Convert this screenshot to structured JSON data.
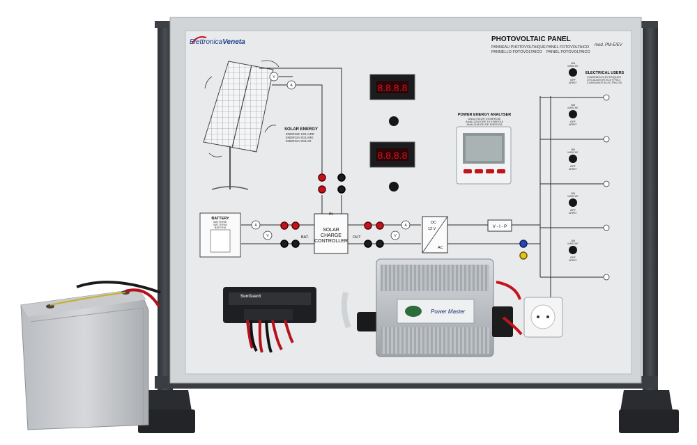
{
  "panel": {
    "brand": "Elettronica Veneta",
    "brand_a": "Elettronica",
    "brand_b": "Veneta",
    "title": "PHOTOVOLTAIC PANEL",
    "subtitle_fr": "PANNEAU PHOTOVOLTAIQUE",
    "subtitle_it": "PANNELLO FOTOVOLTAICO",
    "subtitle_es": "PANEL FOTOVOLTAICO",
    "subtitle_pt": "PAINEL FOTOVOLTAICO",
    "model": "mod. PM-E/EV"
  },
  "solar": {
    "label": "SOLAR ENERGY",
    "lines": [
      "ENERGIE SOLAIRE",
      "ENERGIA SOLARE",
      "ENERGIA SOLAR"
    ]
  },
  "battery": {
    "label": "BATTERY",
    "lines": [
      "BATTERIE",
      "BATTERIA",
      "BATERIA"
    ]
  },
  "controller": {
    "line1": "SOLAR",
    "line2": "CHARGE",
    "line3": "CONTROLLER"
  },
  "inverter": {
    "dc": "DC",
    "volt": "12 V",
    "ac": "AC"
  },
  "analyser": {
    "label": "POWER ENERGY ANALYSER",
    "lines": [
      "ANALYSEUR D'ENERGIE",
      "ANALIZZATORE DI ENERGIA",
      "ANALIZADOR DE ENERGIA"
    ]
  },
  "users": {
    "label": "ELECTRICAL USERS",
    "lines": [
      "CHARGES ELECTRIQUES",
      "UTILIZZATORI ELETTRICI",
      "CONSUMOS ELECTRICOS"
    ]
  },
  "switch": {
    "on": "ON",
    "marche": "MARCHE",
    "off": "OFF",
    "arret": "ARRET"
  },
  "meters": {
    "v": "V",
    "a": "A",
    "vip": "V - I - P"
  },
  "terminals": {
    "in": "IN",
    "bat": "BAT.",
    "out": "OUT",
    "plus": "+",
    "minus": "-"
  },
  "devices": {
    "controller_brand": "SunGuard",
    "inverter_brand": "Power Master"
  },
  "colors": {
    "panel": "#e6e8ea",
    "frame": "#3a3d42",
    "led": "#d8141e",
    "terminal_red": "#c3141c"
  }
}
